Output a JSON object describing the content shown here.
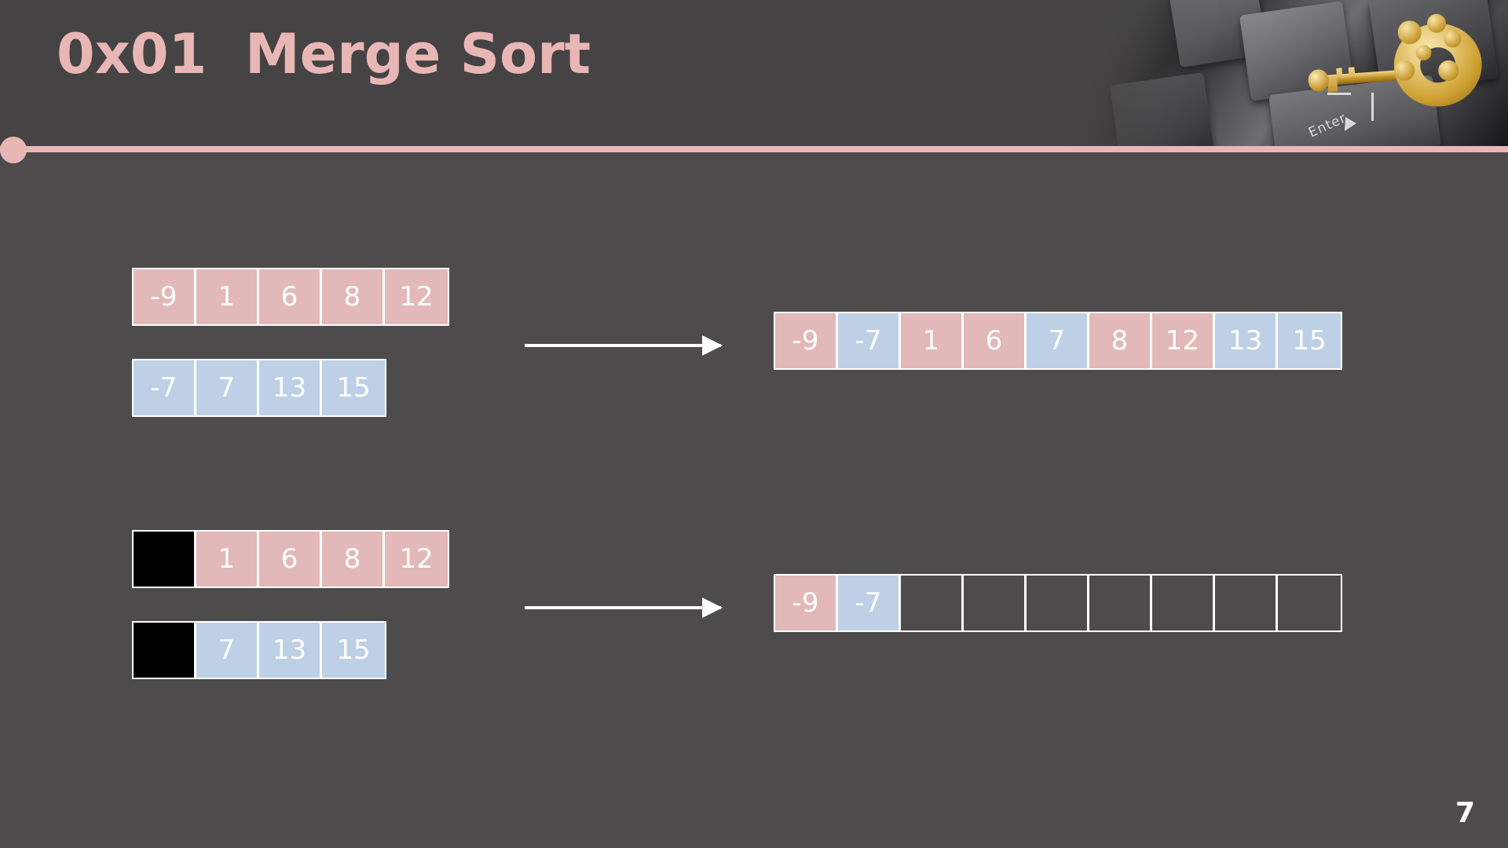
{
  "slide": {
    "title": "0x01  Merge Sort",
    "page_number": "7",
    "colors": {
      "background": "#4d4b4b",
      "header_band": "#454343",
      "accent_pink": "#e9b6b6",
      "cell_pink": "#e2b8b8",
      "cell_blue": "#bdd0e5",
      "cell_black": "#000000",
      "text_white": "#ffffff"
    }
  },
  "header": {
    "decor_image": "keyboard-with-golden-key-photo",
    "enter_key_label": "Enter",
    "divider_dot": "timeline-dot"
  },
  "arrays": {
    "top_left_pink": {
      "name": "left-run-initial",
      "cells": [
        {
          "value": "-9",
          "style": "pink"
        },
        {
          "value": "1",
          "style": "pink"
        },
        {
          "value": "6",
          "style": "pink"
        },
        {
          "value": "8",
          "style": "pink"
        },
        {
          "value": "12",
          "style": "pink"
        }
      ]
    },
    "top_left_blue": {
      "name": "right-run-initial",
      "cells": [
        {
          "value": "-7",
          "style": "blue"
        },
        {
          "value": "7",
          "style": "blue"
        },
        {
          "value": "13",
          "style": "blue"
        },
        {
          "value": "15",
          "style": "blue"
        }
      ]
    },
    "top_right_merged": {
      "name": "merged-result-complete",
      "cells": [
        {
          "value": "-9",
          "style": "pink"
        },
        {
          "value": "-7",
          "style": "blue"
        },
        {
          "value": "1",
          "style": "pink"
        },
        {
          "value": "6",
          "style": "pink"
        },
        {
          "value": "7",
          "style": "blue"
        },
        {
          "value": "8",
          "style": "pink"
        },
        {
          "value": "12",
          "style": "pink"
        },
        {
          "value": "13",
          "style": "blue"
        },
        {
          "value": "15",
          "style": "blue"
        }
      ]
    },
    "bottom_left_pink": {
      "name": "left-run-step",
      "cells": [
        {
          "value": "",
          "style": "black"
        },
        {
          "value": "1",
          "style": "pink"
        },
        {
          "value": "6",
          "style": "pink"
        },
        {
          "value": "8",
          "style": "pink"
        },
        {
          "value": "12",
          "style": "pink"
        }
      ]
    },
    "bottom_left_blue": {
      "name": "right-run-step",
      "cells": [
        {
          "value": "",
          "style": "black"
        },
        {
          "value": "7",
          "style": "blue"
        },
        {
          "value": "13",
          "style": "blue"
        },
        {
          "value": "15",
          "style": "blue"
        }
      ]
    },
    "bottom_right_partial": {
      "name": "merged-result-partial",
      "cells": [
        {
          "value": "-9",
          "style": "pink"
        },
        {
          "value": "-7",
          "style": "blue"
        },
        {
          "value": "",
          "style": "empty"
        },
        {
          "value": "",
          "style": "empty"
        },
        {
          "value": "",
          "style": "empty"
        },
        {
          "value": "",
          "style": "empty"
        },
        {
          "value": "",
          "style": "empty"
        },
        {
          "value": "",
          "style": "empty"
        },
        {
          "value": "",
          "style": "empty"
        }
      ]
    }
  },
  "arrows": {
    "top": "merge-arrow-top",
    "bottom": "merge-arrow-bottom"
  }
}
